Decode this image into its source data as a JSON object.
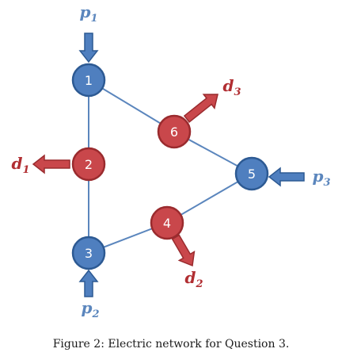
{
  "colors": {
    "supply": "#4f7fbf",
    "supply_stroke": "#2d5a93",
    "demand": "#c9474b",
    "demand_stroke": "#9a2b2e",
    "edge": "#5b86bd",
    "supply_text": "#5b86bd",
    "demand_text": "#b12e32"
  },
  "nodes": [
    {
      "id": "1",
      "label": "1",
      "kind": "supply"
    },
    {
      "id": "2",
      "label": "2",
      "kind": "demand"
    },
    {
      "id": "3",
      "label": "3",
      "kind": "supply"
    },
    {
      "id": "4",
      "label": "4",
      "kind": "demand"
    },
    {
      "id": "5",
      "label": "5",
      "kind": "supply"
    },
    {
      "id": "6",
      "label": "6",
      "kind": "demand"
    }
  ],
  "edges": [
    [
      "1",
      "2"
    ],
    [
      "2",
      "3"
    ],
    [
      "3",
      "4"
    ],
    [
      "4",
      "5"
    ],
    [
      "5",
      "6"
    ],
    [
      "6",
      "1"
    ]
  ],
  "flows": [
    {
      "name": "p",
      "sub": "1",
      "kind": "supply",
      "node": "1"
    },
    {
      "name": "d",
      "sub": "1",
      "kind": "demand",
      "node": "2"
    },
    {
      "name": "p",
      "sub": "2",
      "kind": "supply",
      "node": "3"
    },
    {
      "name": "d",
      "sub": "2",
      "kind": "demand",
      "node": "4"
    },
    {
      "name": "p",
      "sub": "3",
      "kind": "supply",
      "node": "5"
    },
    {
      "name": "d",
      "sub": "3",
      "kind": "demand",
      "node": "6"
    }
  ],
  "caption": "Figure 2: Electric network for Question 3."
}
